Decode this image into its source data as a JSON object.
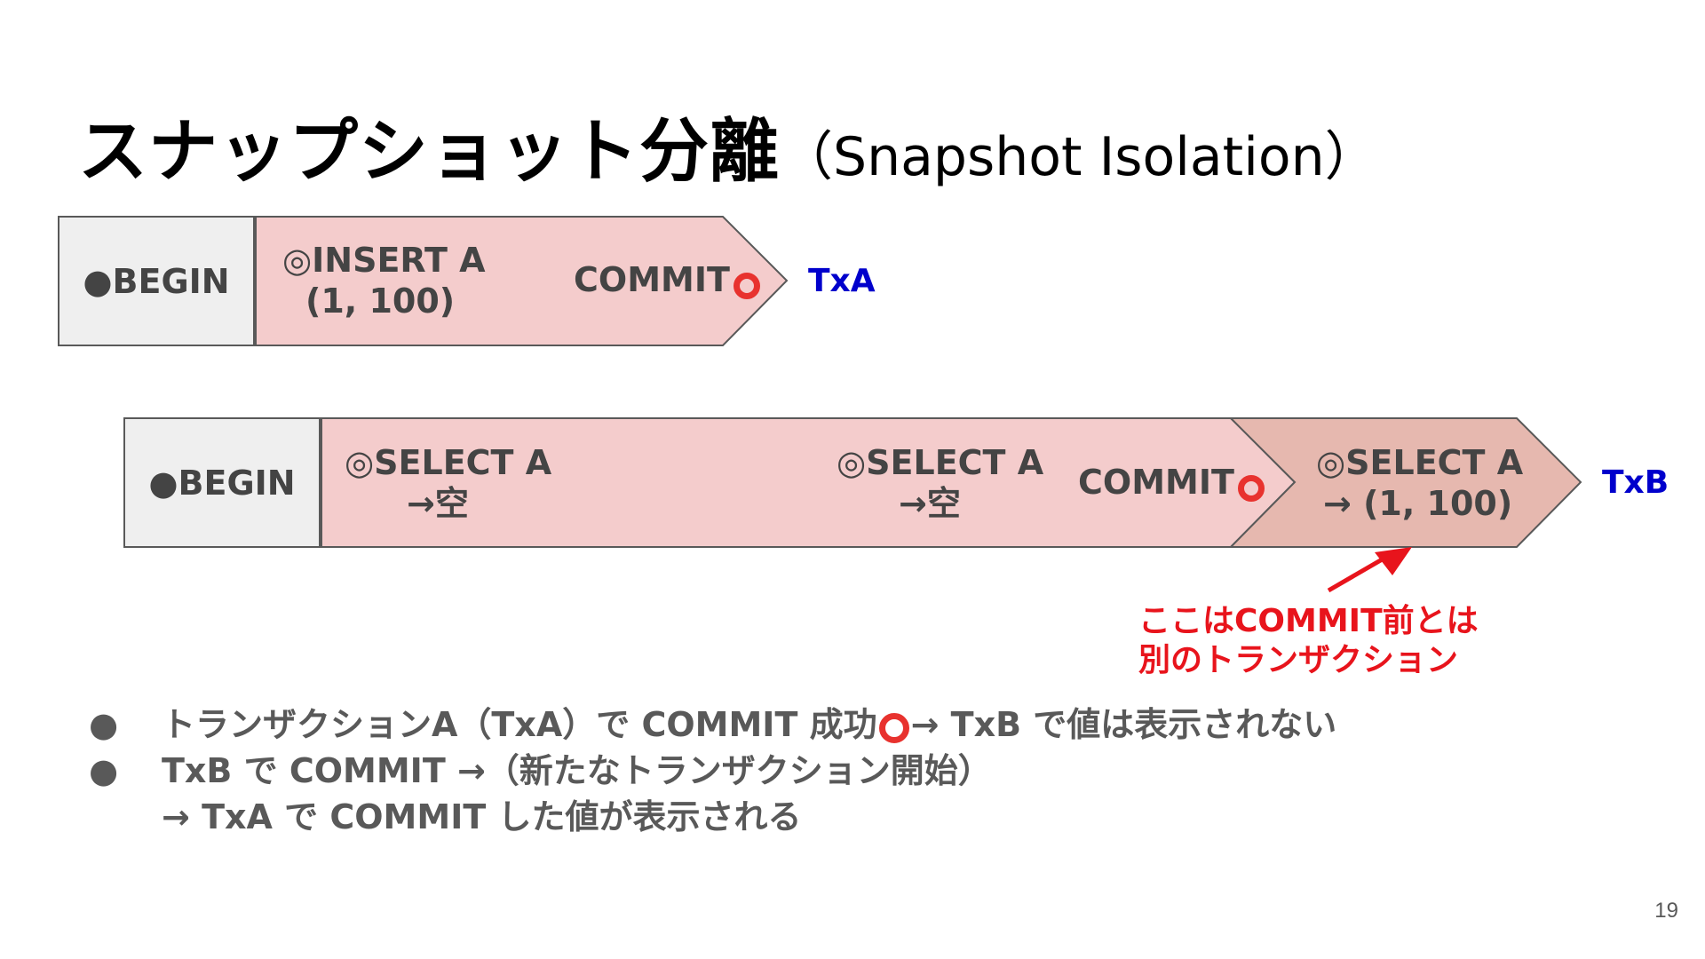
{
  "title": {
    "ja": "スナップショット分離",
    "en": "（Snapshot Isolation）"
  },
  "txa": {
    "begin": "●BEGIN",
    "insert_line1": "◎INSERT A",
    "insert_line2": "(1, 100)",
    "commit": "COMMIT",
    "tx_label": "TxA"
  },
  "txb": {
    "begin": "●BEGIN",
    "select1_line1": "◎SELECT A",
    "select1_line2": "→空",
    "select2_line1": "◎SELECT A",
    "select2_line2": "→空",
    "commit": "COMMIT",
    "select3_line1": "◎SELECT A",
    "select3_line2": "→ (1, 100)",
    "tx_label": "TxB"
  },
  "annotation": {
    "line1": "ここはCOMMIT前とは",
    "line2": "別のトランザクション"
  },
  "bullets": {
    "bullet_char": "●",
    "item1_part1": "トランザクションA（TxA）で COMMIT 成功",
    "item1_part2": "→ TxB で値は表示されない",
    "item2_line1": "TxB で COMMIT →（新たなトランザクション開始）",
    "item2_line2": "→ TxA で COMMIT した値が表示される"
  },
  "page_number": "19",
  "colors": {
    "begin_fill": "#efefef",
    "tx_fill": "#f4cccc",
    "post_commit_fill": "#e6b8af",
    "commit_circle": "#e8322e",
    "tx_label": "#0000cc",
    "annotation": "#e8141c"
  }
}
